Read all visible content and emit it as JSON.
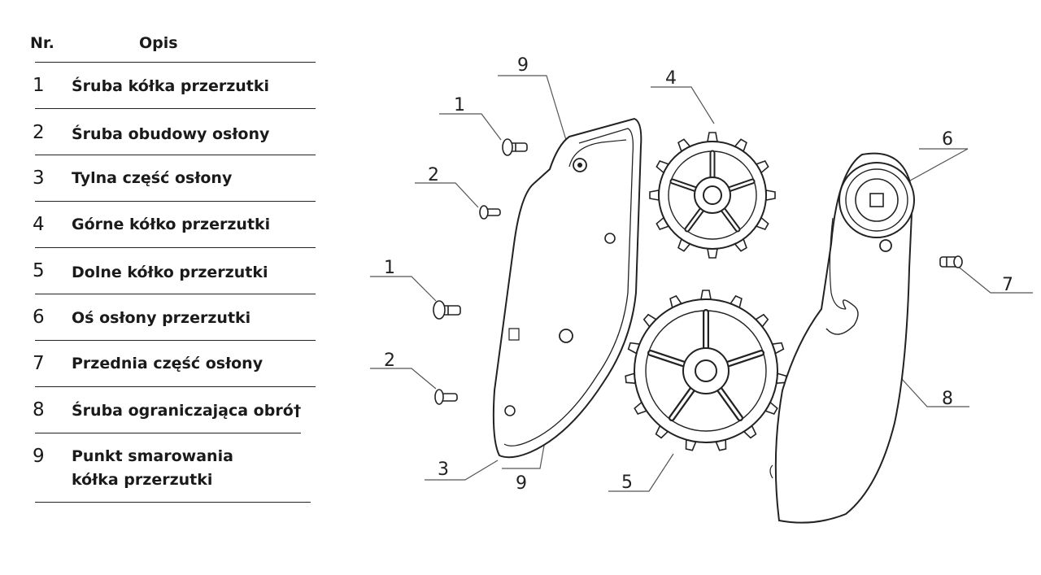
{
  "table": {
    "headers": {
      "nr": "Nr.",
      "opis": "Opis"
    },
    "rows": [
      {
        "nr": "1",
        "lines": [
          "Śruba kółka przerzutki"
        ]
      },
      {
        "nr": "2",
        "lines": [
          "Śruba obudowy osłony"
        ]
      },
      {
        "nr": "3",
        "lines": [
          "Tylna część osłony"
        ]
      },
      {
        "nr": "4",
        "lines": [
          "Górne kółko przerzutki"
        ]
      },
      {
        "nr": "5",
        "lines": [
          "Dolne kółko przerzutki"
        ]
      },
      {
        "nr": "6",
        "lines": [
          "Oś osłony przerzutki"
        ]
      },
      {
        "nr": "7",
        "lines": [
          "Przednia część osłony"
        ]
      },
      {
        "nr": "8",
        "lines": [
          "Śruba ograniczająca obró†"
        ]
      },
      {
        "nr": "9",
        "lines": [
          "Punkt smarowania",
          "kółka przerzutki"
        ]
      }
    ]
  },
  "diagram": {
    "callouts": [
      "9",
      "4",
      "6",
      "1",
      "2",
      "1",
      "2",
      "3",
      "9",
      "5",
      "7",
      "8"
    ]
  }
}
